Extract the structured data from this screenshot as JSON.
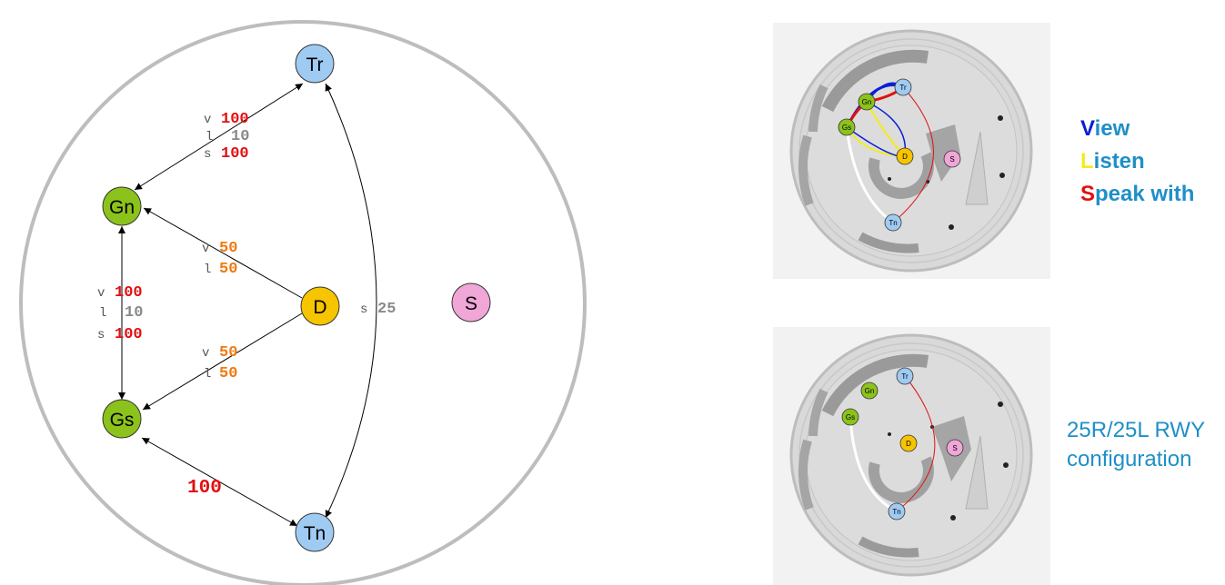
{
  "nodes": {
    "tr": "Tr",
    "gn": "Gn",
    "gs": "Gs",
    "tn": "Tn",
    "d": "D",
    "s": "S"
  },
  "labels": {
    "gn_tr": {
      "v_key": "v",
      "v": "100",
      "l_key": "l",
      "l": "10",
      "s_key": "s",
      "s": "100"
    },
    "gn_gs": {
      "v_key": "v",
      "v": "100",
      "l_key": "l",
      "l": "10",
      "s_key": "s",
      "s": "100"
    },
    "d_gn": {
      "v_key": "v",
      "v": "50",
      "l_key": "l",
      "l": "50"
    },
    "d_gs": {
      "v_key": "v",
      "v": "50",
      "l_key": "l",
      "l": "50"
    },
    "tr_tn": {
      "s_key": "s",
      "s": "25"
    },
    "gs_tn": {
      "value": "100"
    }
  },
  "legend": {
    "view_initial": "V",
    "view_rest": "iew",
    "listen_initial": "L",
    "listen_rest": "isten",
    "speak_initial": "S",
    "speak_rest": "peak with"
  },
  "caption": "25R/25L RWY configuration",
  "colors": {
    "view": "#0a1fd6",
    "listen": "#f5ec1a",
    "speak": "#e01010",
    "legend_text": "#1f8fc8",
    "tower_node": "#9fcbf3",
    "ground_node": "#8cc21c",
    "delivery_node": "#f7c400",
    "supervisor_node": "#f0a6d6",
    "red_value": "#e01010",
    "orange_value": "#f07a10",
    "gray_value": "#8a8a8a"
  }
}
